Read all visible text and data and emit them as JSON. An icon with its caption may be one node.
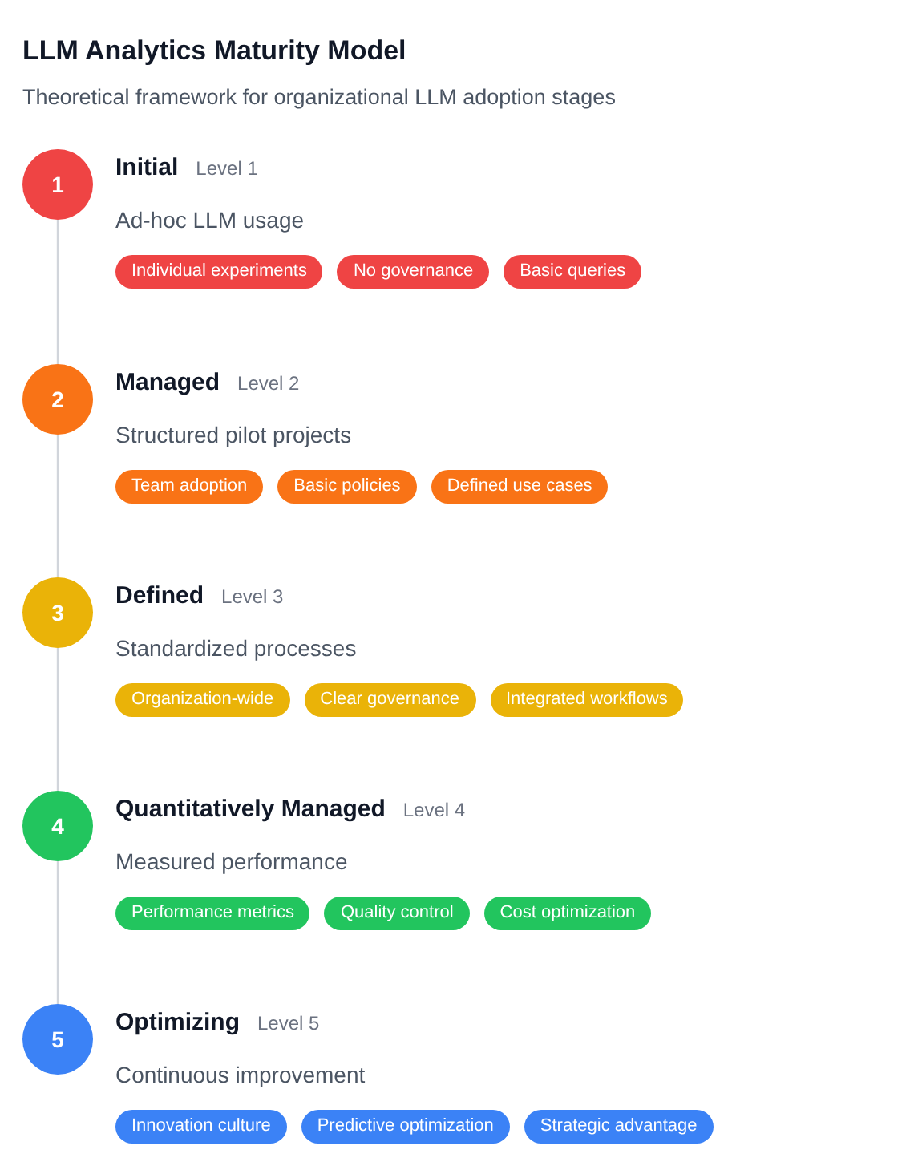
{
  "diagram": {
    "title": "LLM Analytics Maturity Model",
    "nodes": [
      {
        "text": [
          "1"
        ],
        "beside": [
          "Initial",
          "Level 1",
          "Ad-hoc LLM usage"
        ]
      },
      {
        "text": [
          "Individual experiments"
        ]
      },
      {
        "text": [
          "No governance"
        ]
      },
      {
        "text": [
          "Basic queries"
        ]
      },
      {
        "text": [
          "2"
        ],
        "beside": [
          "Managed",
          "Level 2",
          "Structured pilot projects"
        ]
      },
      {
        "text": [
          "Team adoption"
        ]
      },
      {
        "text": [
          "Basic policies"
        ]
      },
      {
        "text": [
          "Defined use cases"
        ]
      },
      {
        "text": [
          "3"
        ],
        "beside": [
          "Defined",
          "Level 3",
          "Standardized processes"
        ]
      },
      {
        "text": [
          "Organization-wide"
        ]
      },
      {
        "text": [
          "Clear governance"
        ]
      },
      {
        "text": [
          "Integrated workflows"
        ]
      },
      {
        "text": [
          "4"
        ],
        "beside": [
          "Quantitatively Managed",
          "Level 4",
          "Measured performance"
        ]
      },
      {
        "text": [
          "Performance metrics"
        ]
      },
      {
        "text": [
          "Quality control"
        ]
      },
      {
        "text": [
          "Cost optimization"
        ]
      },
      {
        "text": [
          "5"
        ],
        "beside": [
          "Optimizing",
          "Level 5",
          "Continuous improvement"
        ]
      },
      {
        "text": [
          "Innovation culture"
        ]
      },
      {
        "text": [
          "Predictive optimization"
        ]
      },
      {
        "text": [
          "Strategic advantage"
        ]
      }
    ],
    "edges": [
      {
        "from": 0,
        "to": 4,
        "arrow": "none"
      },
      {
        "from": 4,
        "to": 8,
        "arrow": "none"
      },
      {
        "from": 8,
        "to": 12,
        "arrow": "none"
      },
      {
        "from": 12,
        "to": 16,
        "arrow": "none"
      }
    ],
    "labels": [
      "Theoretical framework for organizational LLM adoption stages"
    ]
  }
}
